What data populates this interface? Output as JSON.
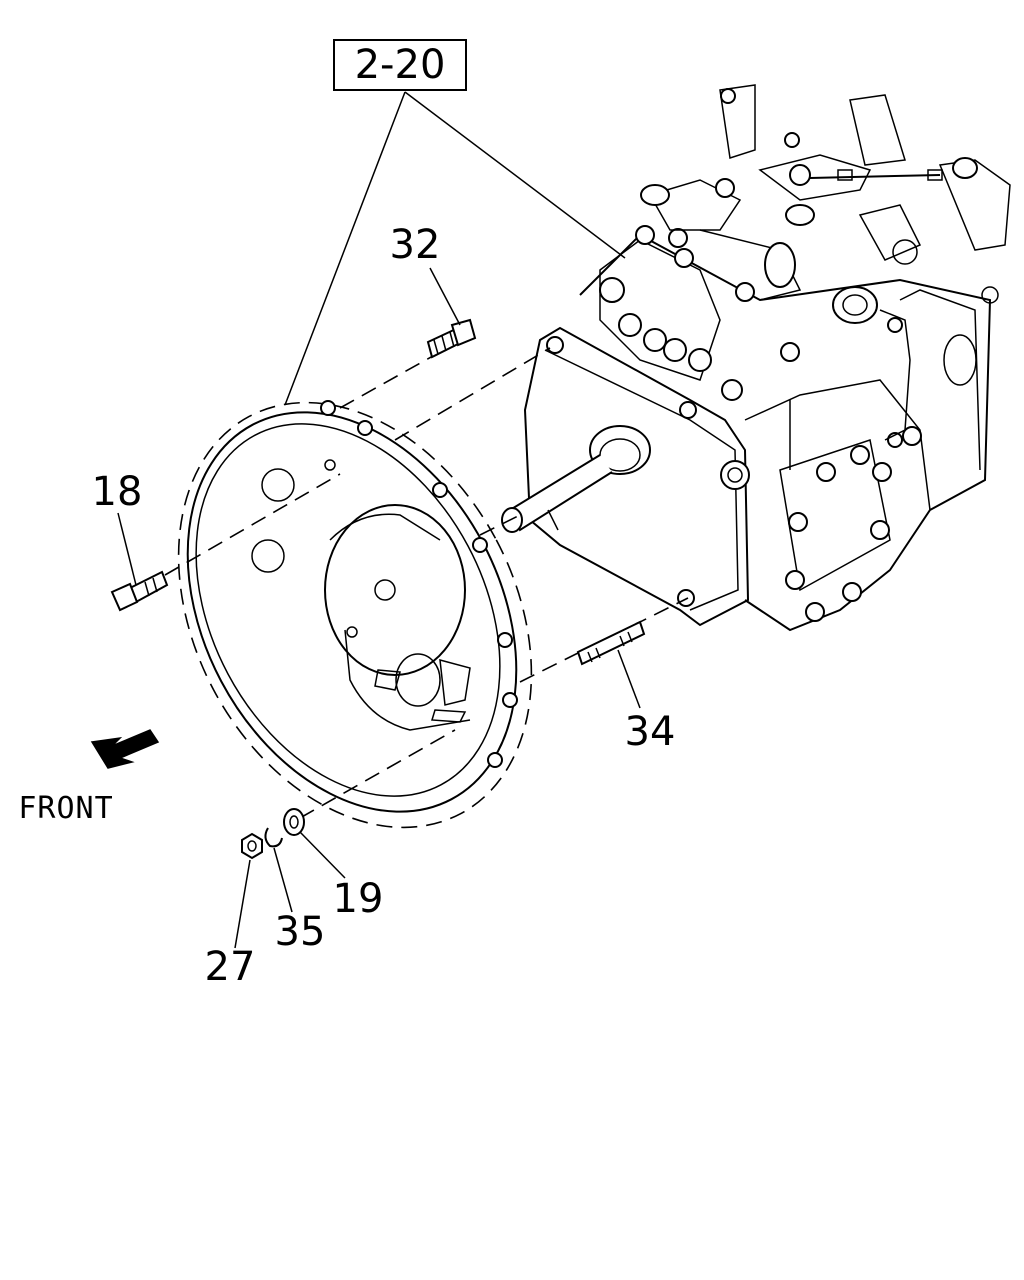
{
  "diagram": {
    "reference_box": "2-20",
    "direction_label": "FRONT",
    "callouts": [
      {
        "id": "32",
        "text": "32"
      },
      {
        "id": "18",
        "text": "18"
      },
      {
        "id": "34",
        "text": "34"
      },
      {
        "id": "19",
        "text": "19"
      },
      {
        "id": "35",
        "text": "35"
      },
      {
        "id": "27",
        "text": "27"
      }
    ]
  }
}
